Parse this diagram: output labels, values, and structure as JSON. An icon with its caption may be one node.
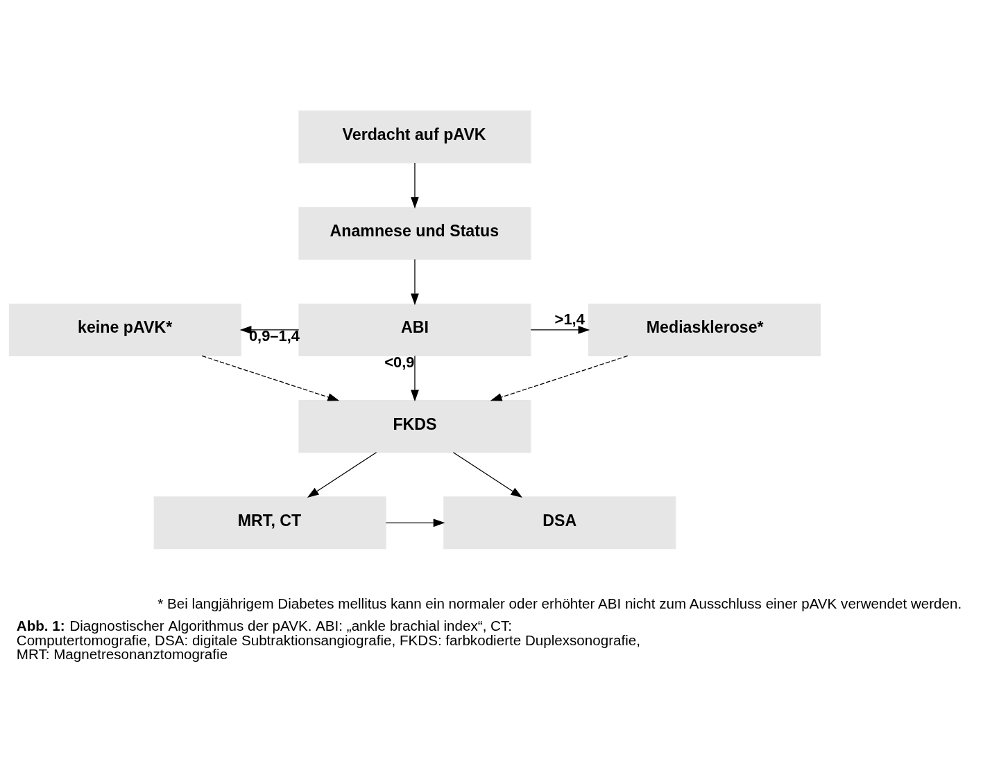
{
  "diagram": {
    "caption": "**Abb. 1:** Diagnostischer Algorithmus der pAVK. ABI: „ankle brachial index“, CT: Computertomografie, DSA: digitale Subtraktionsangiografie, FKDS: farbkodierte Duplexsonografie, MRT: Magnetresonanztomografie",
    "nodes": [
      {
        "text": [
          "Verdacht auf pAVK"
        ]
      },
      {
        "text": [
          "Anamnese und Status"
        ]
      },
      {
        "text": [
          "keine pAVK*"
        ]
      },
      {
        "text": [
          "ABI"
        ]
      },
      {
        "text": [
          "Mediasklerose*"
        ]
      },
      {
        "text": [
          "FKDS"
        ]
      },
      {
        "text": [
          "MRT, CT"
        ]
      },
      {
        "text": [
          "DSA"
        ]
      }
    ],
    "edges": [
      {
        "from": 0,
        "to": 1,
        "arrow": "to"
      },
      {
        "from": 1,
        "to": 3,
        "arrow": "to"
      },
      {
        "from": 3,
        "to": 2,
        "arrow": "to",
        "label": "0,9–1,4"
      },
      {
        "from": 3,
        "to": 4,
        "arrow": "to",
        "label": ">1,4"
      },
      {
        "from": 3,
        "to": 5,
        "arrow": "to",
        "label": "<0,9"
      },
      {
        "from": 2,
        "to": 5,
        "arrow": "to",
        "style": "dashed"
      },
      {
        "from": 4,
        "to": 5,
        "arrow": "to",
        "style": "dashed"
      },
      {
        "from": 5,
        "to": 6,
        "arrow": "to"
      },
      {
        "from": 5,
        "to": 7,
        "arrow": "to"
      },
      {
        "from": 6,
        "to": 7,
        "arrow": "to"
      }
    ],
    "labels": [
      "* Bei langjährigem Diabetes mellitus kann ein normaler oder erhöhter ABI nicht zum Ausschluss einer pAVK verwendet werden."
    ]
  }
}
